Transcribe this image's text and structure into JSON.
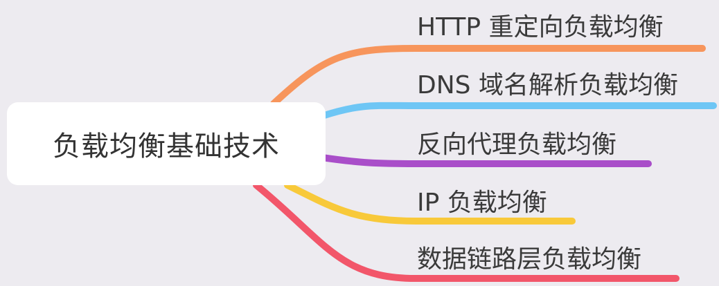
{
  "central_topic": "负载均衡基础技术",
  "branches": [
    {
      "label": "HTTP 重定向负载均衡",
      "color": "#f7955c"
    },
    {
      "label": "DNS 域名解析负载均衡",
      "color": "#6ec6f5"
    },
    {
      "label": "反向代理负载均衡",
      "color": "#a94ec9"
    },
    {
      "label": "IP 负载均衡",
      "color": "#f8c93a"
    },
    {
      "label": "数据链路层负载均衡",
      "color": "#f2566a"
    }
  ]
}
